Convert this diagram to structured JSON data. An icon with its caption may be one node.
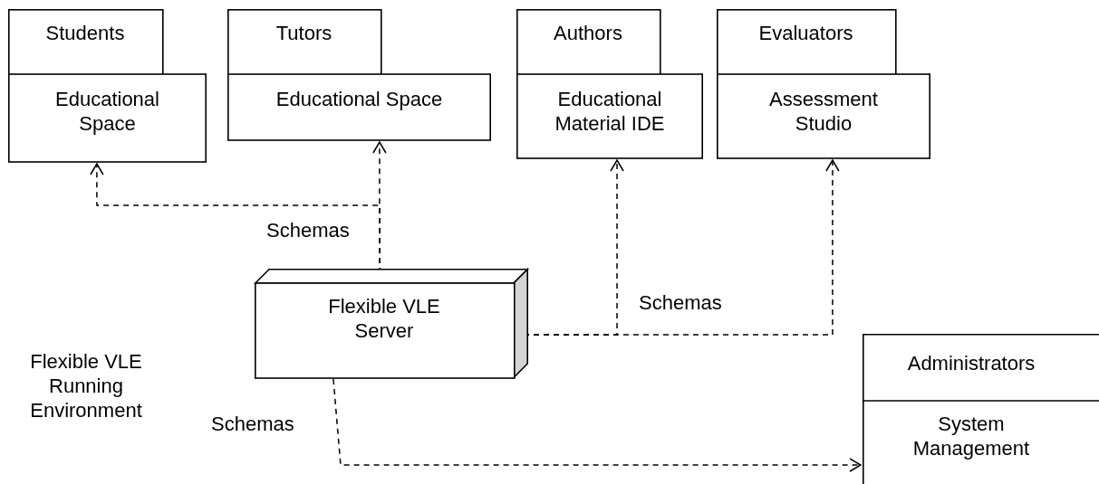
{
  "diagram": {
    "nodes": [
      {
        "text": [
          "Students",
          "Educational Space"
        ]
      },
      {
        "text": [
          "Tutors",
          "Educational Space"
        ]
      },
      {
        "text": [
          "Authors",
          "Educational Material IDE"
        ]
      },
      {
        "text": [
          "Evaluators",
          "Assessment Studio"
        ]
      },
      {
        "text": [
          "Flexible VLE Server"
        ]
      },
      {
        "text": [
          "Administrators",
          "System Management"
        ]
      }
    ],
    "edges": [
      {
        "from": 4,
        "to": 0,
        "arrow": "to",
        "style": "dashed"
      },
      {
        "from": 4,
        "to": 1,
        "arrow": "to",
        "style": "dashed",
        "label": "Schemas"
      },
      {
        "from": 4,
        "to": 2,
        "arrow": "to",
        "style": "dashed",
        "label": "Schemas"
      },
      {
        "from": 4,
        "to": 3,
        "arrow": "to",
        "style": "dashed"
      },
      {
        "from": 4,
        "to": 5,
        "arrow": "to",
        "style": "dashed",
        "label": "Schemas"
      }
    ],
    "labels": [
      "Flexible VLE Running Environment"
    ]
  }
}
